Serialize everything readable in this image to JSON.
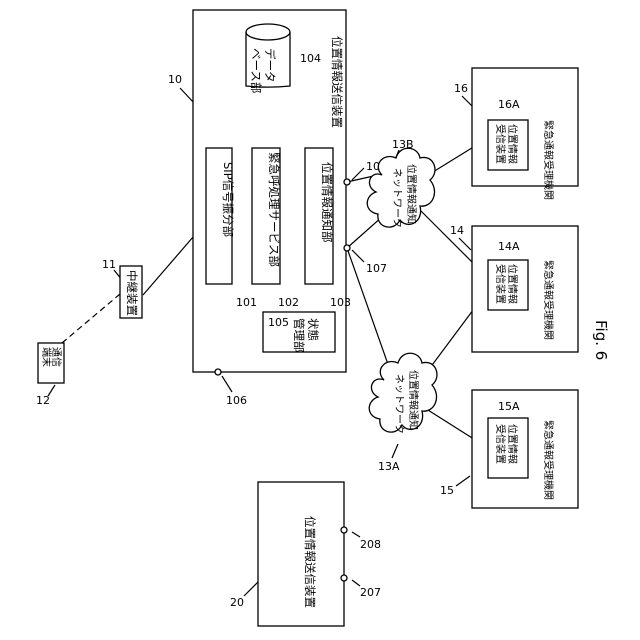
{
  "figure_label": "Fig. 6",
  "location_sending_device": {
    "id": "10",
    "title": "位置情報送信装置",
    "sip_router": {
      "id": "101",
      "label": "SIP信号振分部"
    },
    "emergency_service": {
      "id": "102",
      "label": "緊急呼処理サービス部"
    },
    "location_notifier": {
      "id": "103",
      "label": "位置情報通知部"
    },
    "database": {
      "id": "104",
      "label_line1": "データ",
      "label_line2": "ベース部"
    },
    "status_manager": {
      "id": "105",
      "label_line1": "状態",
      "label_line2": "管理部"
    },
    "ports": {
      "p106": "106",
      "p107": "107",
      "p108": "108"
    }
  },
  "relay_device": {
    "id": "11",
    "label": "中継装置"
  },
  "terminal": {
    "id": "12",
    "label_line1": "通信",
    "label_line2": "端末"
  },
  "networks": {
    "n13a": {
      "id": "13A",
      "label_line1": "位置情報通知",
      "label_line2": "ネットワーク"
    },
    "n13b": {
      "id": "13B",
      "label_line1": "位置情報通知",
      "label_line2": "ネットワーク"
    }
  },
  "agencies": [
    {
      "id": "16",
      "device_id": "16A",
      "label": "緊急通報受理機関",
      "device_line1": "位置情報",
      "device_line2": "受信装置"
    },
    {
      "id": "14",
      "device_id": "14A",
      "label": "緊急通報受理機関",
      "device_line1": "位置情報",
      "device_line2": "受信装置"
    },
    {
      "id": "15",
      "device_id": "15A",
      "label": "緊急通報受理機関",
      "device_line1": "位置情報",
      "device_line2": "受信装置"
    }
  ],
  "second_sending_device": {
    "id": "20",
    "label": "位置情報送信装置",
    "ports": {
      "p207": "207",
      "p208": "208"
    }
  }
}
